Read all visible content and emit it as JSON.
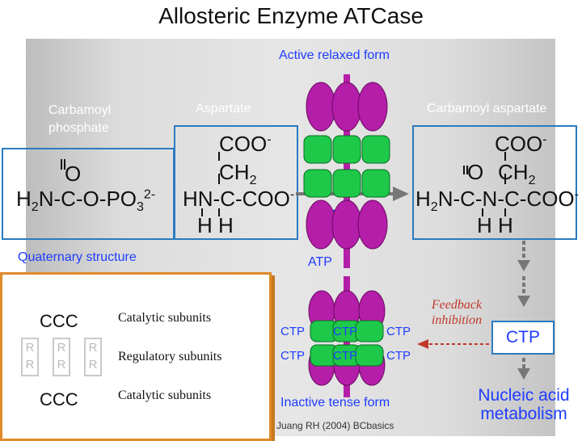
{
  "title": "Allosteric Enzyme ATCase",
  "active_label": "Active relaxed form",
  "inactive_label": "Inactive tense form",
  "substrates": {
    "carbamoyl_phosphate_label": "Carbamoyl\nphosphate",
    "aspartate_label": "Aspartate",
    "product_label": "Carbamoyl aspartate"
  },
  "formulas": {
    "o": "O",
    "h2n": "H",
    "two": "2",
    "n_c_o_po": "N-C-O-PO",
    "three": "3",
    "charge": "2-",
    "coo_minus": "COO",
    "minus": "-",
    "ch2": "CH",
    "hn_c_coo": "HN-C-COO",
    "h_h": "H H",
    "product_main": "N-C-N-C-COO"
  },
  "enzyme_label": "ATCase",
  "quaternary_label": "Quaternary structure",
  "atp_label": "ATP",
  "legend": {
    "ccc_top": "CCC",
    "ccc_bottom": "CCC",
    "r_units": [
      "R",
      "R",
      "R",
      "R",
      "R",
      "R"
    ],
    "catalytic_top": "Catalytic subunits",
    "regulatory": "Regulatory subunits",
    "catalytic_bottom": "Catalytic subunits"
  },
  "ctp_labels": [
    "CTP",
    "CTP",
    "CTP",
    "CTP",
    "CTP",
    "CTP"
  ],
  "feedback_label": "Feedback\ninhibition",
  "ctp_box_label": "CTP",
  "nucleic_label": "Nucleic acid\nmetabolism",
  "citation": "Juang RH (2004) BCbasics",
  "colors": {
    "catalytic_purple": "#b51ea8",
    "regulatory_green": "#1ec94a",
    "box_blue": "#2b7bbf",
    "legend_border": "#e08a2a",
    "feedback_red": "#c0392b"
  }
}
